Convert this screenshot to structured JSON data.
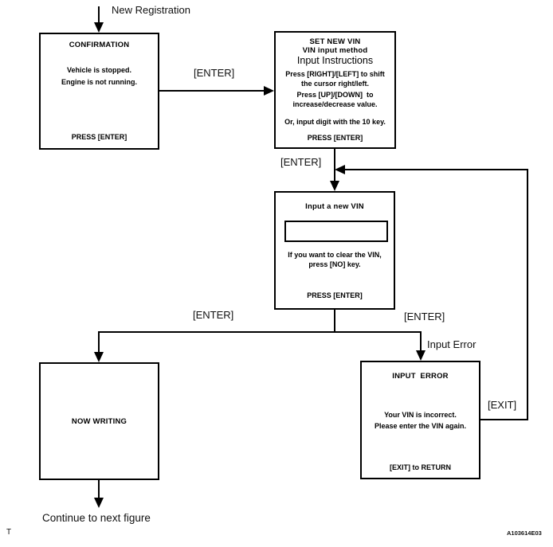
{
  "diagram": {
    "labels": {
      "new_registration": "New Registration",
      "enter_confirm": "[ENTER]",
      "enter_set_vin": "[ENTER]",
      "enter_write": "[ENTER]",
      "enter_error": "[ENTER]",
      "input_error": "Input Error",
      "exit": "[EXIT]",
      "continue_next": "Continue to next figure",
      "footnote": "T",
      "figure_code": "A103614E03"
    },
    "boxes": {
      "confirmation": {
        "title": "CONFIRMATION",
        "lines": [
          "Vehicle is stopped.",
          "Engine is not running."
        ],
        "footer": "PRESS [ENTER]"
      },
      "set_new_vin": {
        "title": "SET NEW VIN",
        "subtitle": "VIN input method",
        "instruction_heading": "Input Instructions",
        "lines": [
          "Press [RIGHT]/[LEFT] to shift",
          "the cursor right/left.",
          "Press [UP]/[DOWN]  to",
          "increase/decrease value.",
          "Or, input digit with the 10 key."
        ],
        "footer": "PRESS [ENTER]"
      },
      "input_vin": {
        "title": "Input a new VIN",
        "field_value": "",
        "lines": [
          "If you want to clear the VIN,",
          "press [NO] key."
        ],
        "footer": "PRESS [ENTER]"
      },
      "now_writing": {
        "title": "NOW WRITING"
      },
      "input_error": {
        "title": "INPUT  ERROR",
        "lines": [
          "Your VIN is incorrect.",
          "Please enter the VIN again."
        ],
        "footer": "[EXIT] to RETURN"
      }
    },
    "colors": {
      "line": "#000000",
      "background": "#ffffff"
    }
  }
}
